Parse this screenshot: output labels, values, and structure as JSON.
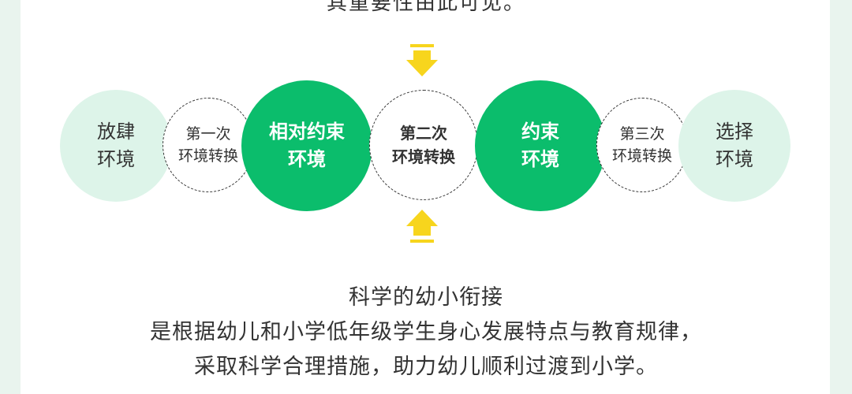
{
  "intro": {
    "partial_line": "其重要性由此可见。"
  },
  "diagram": {
    "nodes": [
      {
        "id": "n1",
        "lines": [
          "放肆",
          "环境"
        ]
      },
      {
        "id": "t1",
        "lines": [
          "第一次",
          "环境转换"
        ]
      },
      {
        "id": "n2",
        "lines": [
          "相对约束",
          "环境"
        ]
      },
      {
        "id": "t2",
        "lines": [
          "第二次",
          "环境转换"
        ]
      },
      {
        "id": "n3",
        "lines": [
          "约束",
          "环境"
        ]
      },
      {
        "id": "t3",
        "lines": [
          "第三次",
          "环境转换"
        ]
      },
      {
        "id": "n4",
        "lines": [
          "选择",
          "环境"
        ]
      }
    ],
    "colors": {
      "green": "#0bbd6c",
      "pale_green": "#ddf4e9",
      "arrow_yellow": "#f7d51d"
    }
  },
  "summary": {
    "line1": "科学的幼小衔接",
    "line2": "是根据幼儿和小学低年级学生身心发展特点与教育规律，",
    "line3": "采取科学合理措施，助力幼儿顺利过渡到小学。"
  }
}
